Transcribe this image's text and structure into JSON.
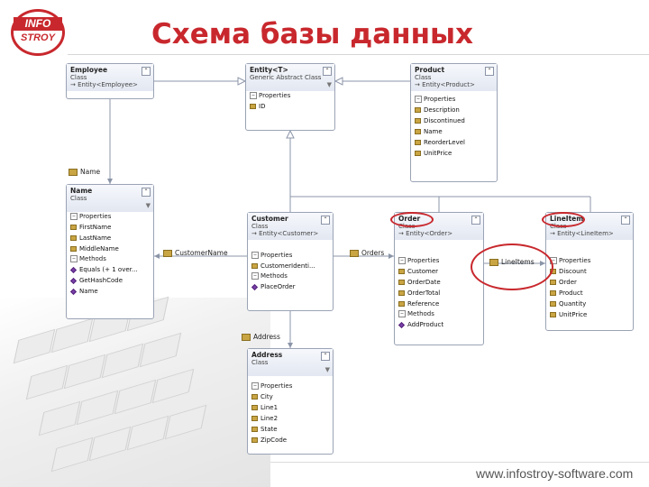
{
  "logo": {
    "line1": "INFO",
    "line2": "STROY"
  },
  "title": "Схема базы данных",
  "url": "www.infostroy-software.com",
  "boxes": {
    "employee": {
      "name": "Employee",
      "kind": "Class",
      "base": "→ Entity<Employee>"
    },
    "entity": {
      "name": "Entity<T>",
      "kind": "Generic Abstract Class",
      "section": "Properties",
      "props": [
        "ID"
      ]
    },
    "product": {
      "name": "Product",
      "kind": "Class",
      "base": "→ Entity<Product>",
      "section": "Properties",
      "props": [
        "Description",
        "Discontinued",
        "Name",
        "ReorderLevel",
        "UnitPrice"
      ]
    },
    "name": {
      "name": "Name",
      "kind": "Class",
      "section": "Properties",
      "props": [
        "FirstName",
        "LastName",
        "MiddleName"
      ],
      "methods_section": "Methods",
      "methods": [
        "Equals (+ 1 over...",
        "GetHashCode",
        "Name"
      ]
    },
    "customer": {
      "name": "Customer",
      "kind": "Class",
      "base": "→ Entity<Customer>",
      "section": "Properties",
      "props": [
        "CustomerIdenti..."
      ],
      "methods_section": "Methods",
      "methods": [
        "PlaceOrder"
      ]
    },
    "order": {
      "name": "Order",
      "kind": "Class",
      "base": "→ Entity<Order>",
      "section": "Properties",
      "props": [
        "Customer",
        "OrderDate",
        "OrderTotal",
        "Reference"
      ],
      "methods_section": "Methods",
      "methods": [
        "AddProduct"
      ]
    },
    "lineitem": {
      "name": "LineItem",
      "kind": "Class",
      "base": "→ Entity<LineItem>",
      "section": "Properties",
      "props": [
        "Discount",
        "Order",
        "Product",
        "Quantity",
        "UnitPrice"
      ]
    },
    "address": {
      "name": "Address",
      "kind": "Class",
      "section": "Properties",
      "props": [
        "City",
        "Line1",
        "Line2",
        "State",
        "ZipCode"
      ]
    }
  },
  "associations": {
    "name": "Name",
    "customer_name": "CustomerName",
    "orders": "Orders",
    "line_items": "LineItems",
    "address": "Address"
  },
  "colors": {
    "accent": "#c8282d",
    "box_border": "#9aa3b5",
    "connector": "#8b95a8"
  }
}
